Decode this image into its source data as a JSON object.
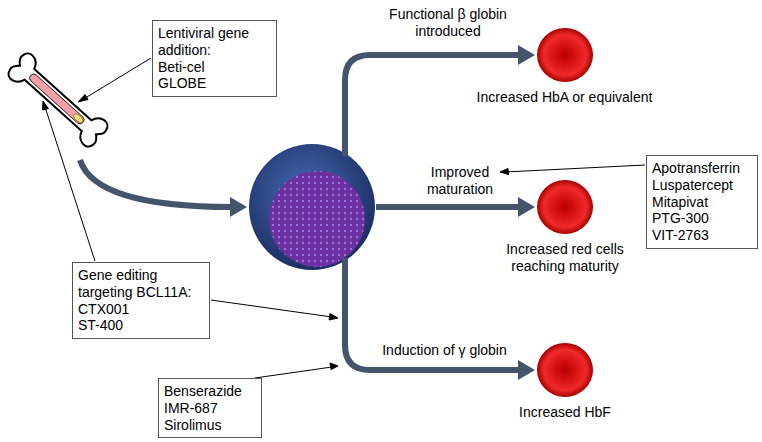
{
  "diagram": {
    "nodes": [
      {
        "text": [
          "Lentiviral gene addition:",
          "Beti-cel",
          "GLOBE"
        ]
      },
      {
        "text": [
          "Increased HbA or equivalent"
        ]
      },
      {
        "text": [
          "Apotransferrin",
          "Luspatercept",
          "Mitapivat",
          "PTG-300",
          "VIT-2763"
        ]
      },
      {
        "text": [
          "Increased red cells reaching maturity"
        ]
      },
      {
        "text": [
          "Gene editing targeting BCL11A:",
          "CTX001",
          "ST-400"
        ]
      },
      {
        "text": [
          "Increased HbF"
        ]
      },
      {
        "text": [
          "Benserazide",
          "IMR-687",
          "Sirolimus"
        ]
      }
    ],
    "labels": [
      "Functional β globin introduced",
      "Improved maturation",
      "Induction of γ globin"
    ]
  }
}
